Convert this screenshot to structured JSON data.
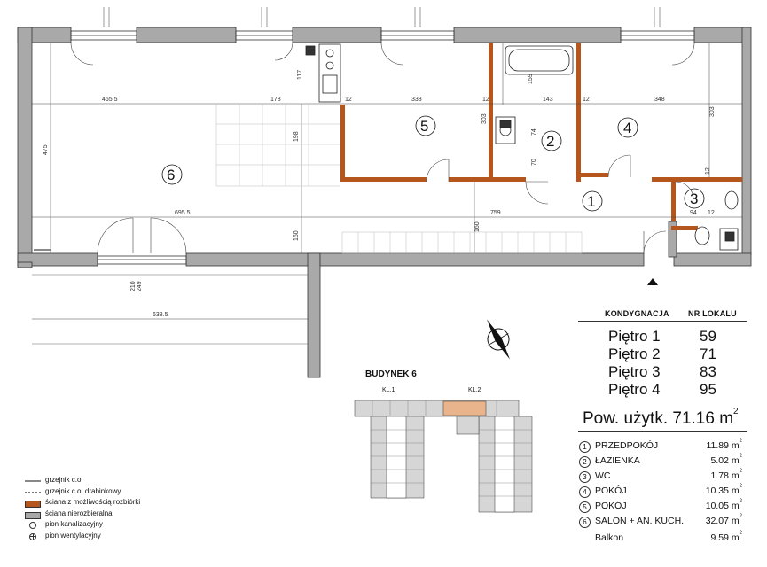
{
  "floor_plan": {
    "rooms": [
      {
        "num": "1",
        "label": "1"
      },
      {
        "num": "2",
        "label": "2"
      },
      {
        "num": "3",
        "label": "3"
      },
      {
        "num": "4",
        "label": "4"
      },
      {
        "num": "5",
        "label": "5"
      },
      {
        "num": "6",
        "label": "6"
      }
    ],
    "dimensions": [
      "465.5",
      "178",
      "12",
      "338",
      "12",
      "143",
      "12",
      "348",
      "303",
      "475",
      "198",
      "303",
      "695.5",
      "759",
      "160",
      "160",
      "638.5",
      "117",
      "159",
      "74",
      "70",
      "12",
      "94",
      "12",
      "210",
      "249"
    ]
  },
  "table": {
    "col_header_floor": "KONDYGNACJA",
    "col_header_unit": "NR LOKALU",
    "floors": [
      {
        "floor": "Piętro 1",
        "unit": "59"
      },
      {
        "floor": "Piętro 2",
        "unit": "71"
      },
      {
        "floor": "Piętro 3",
        "unit": "83"
      },
      {
        "floor": "Piętro 4",
        "unit": "95"
      }
    ]
  },
  "area": {
    "label": "Pow. użytk. 71.16 m",
    "superscript": "2"
  },
  "room_list": [
    {
      "num": "1",
      "name": "PRZEDPOKÓJ",
      "area": "11.89 m",
      "sup": "2"
    },
    {
      "num": "2",
      "name": "ŁAZIENKA",
      "area": "5.02 m",
      "sup": "2"
    },
    {
      "num": "3",
      "name": "WC",
      "area": "1.78 m",
      "sup": "2"
    },
    {
      "num": "4",
      "name": "POKÓJ",
      "area": "10.35 m",
      "sup": "2"
    },
    {
      "num": "5",
      "name": "POKÓJ",
      "area": "10.05 m",
      "sup": "2"
    },
    {
      "num": "6",
      "name": "SALON + AN. KUCH.",
      "area": "32.07 m",
      "sup": "2"
    }
  ],
  "balcony": {
    "name": "Balkon",
    "area": "9.59 m",
    "sup": "2"
  },
  "building": {
    "title": "BUDYNEK 6",
    "kl1": "KL.1",
    "kl2": "KL.2"
  },
  "legend": [
    {
      "icon": "line-gray",
      "text": "grzejnik c.o."
    },
    {
      "icon": "line-dotted",
      "text": "grzejnik c.o. drabinkowy"
    },
    {
      "icon": "orange-wall",
      "text": "ściana z możliwością rozbiórki"
    },
    {
      "icon": "gray-wall",
      "text": "ściana nierozbieralna"
    },
    {
      "icon": "drain-icon",
      "text": "pion kanalizacyjny"
    },
    {
      "icon": "vent-icon",
      "text": "pion wentylacyjny"
    }
  ],
  "colors": {
    "orange_wall": "#b5561c",
    "gray_wall": "#a8a8a8",
    "kl2_highlight": "#e9b48c"
  }
}
